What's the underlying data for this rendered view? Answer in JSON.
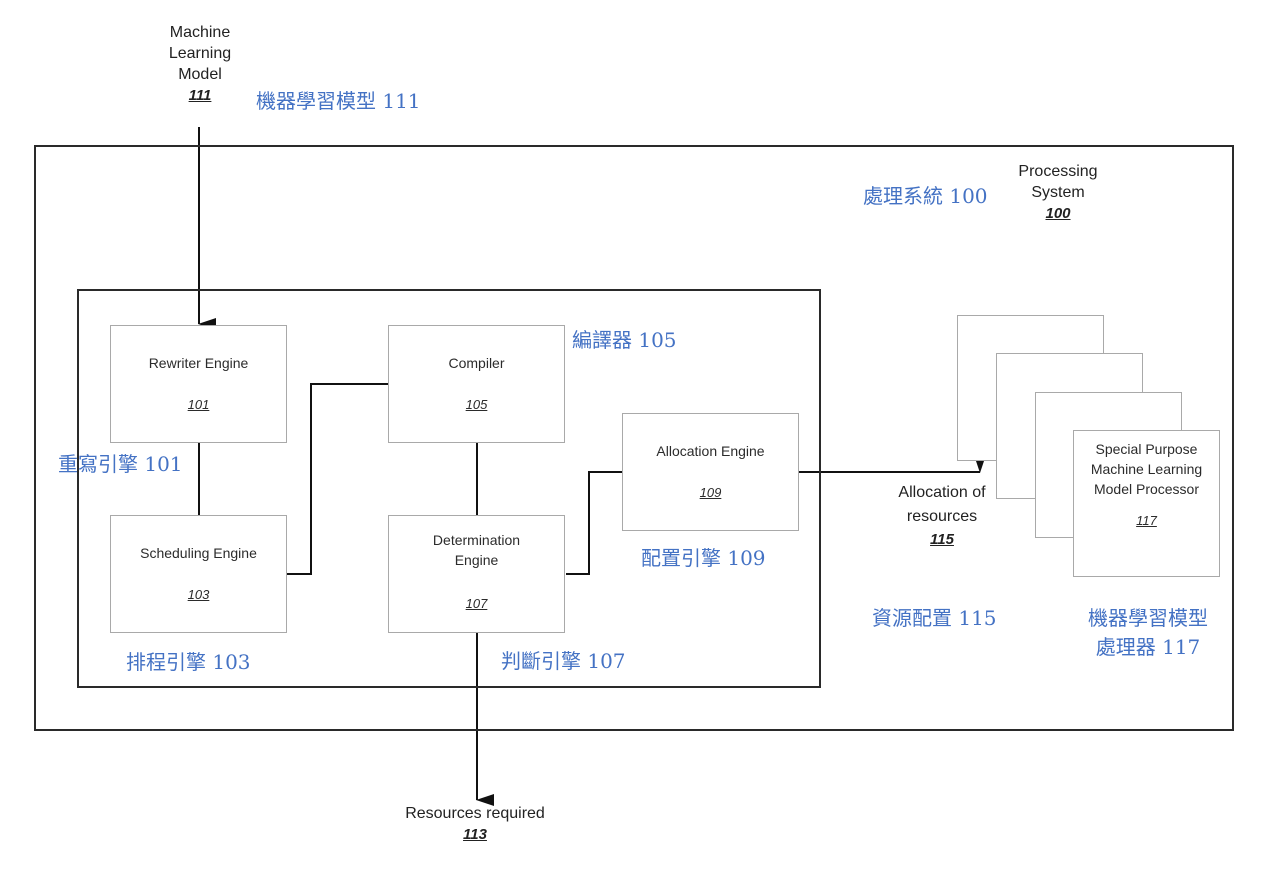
{
  "diagram": {
    "input": {
      "title": "Machine Learning Model",
      "ref": "111",
      "translation": "機器學習模型 111"
    },
    "system": {
      "title": "Processing System",
      "ref": "100",
      "translation": "處理系統 100"
    },
    "components": {
      "rewriter": {
        "title": "Rewriter Engine",
        "ref": "101",
        "translation": "重寫引擎 101"
      },
      "scheduling": {
        "title": "Scheduling Engine",
        "ref": "103",
        "translation": "排程引擎 103"
      },
      "compiler": {
        "title": "Compiler",
        "ref": "105",
        "translation": "編譯器 105"
      },
      "determination": {
        "title": "Determination Engine",
        "ref": "107",
        "translation": "判斷引擎 107"
      },
      "allocation": {
        "title": "Allocation Engine",
        "ref": "109",
        "translation": "配置引擎 109"
      }
    },
    "resources_required": {
      "title": "Resources required",
      "ref": "113"
    },
    "allocation_of_resources": {
      "title": "Allocation of resources",
      "ref": "115",
      "translation": "資源配置 115"
    },
    "processor": {
      "title": "Special Purpose Machine Learning Model Processor",
      "ref": "117",
      "translation_line1": "機器學習模型",
      "translation_line2": "處理器 117"
    },
    "colors": {
      "translation": "#4472c4",
      "frame": "#2a2a2a",
      "box_border": "#a9a9a9"
    }
  }
}
